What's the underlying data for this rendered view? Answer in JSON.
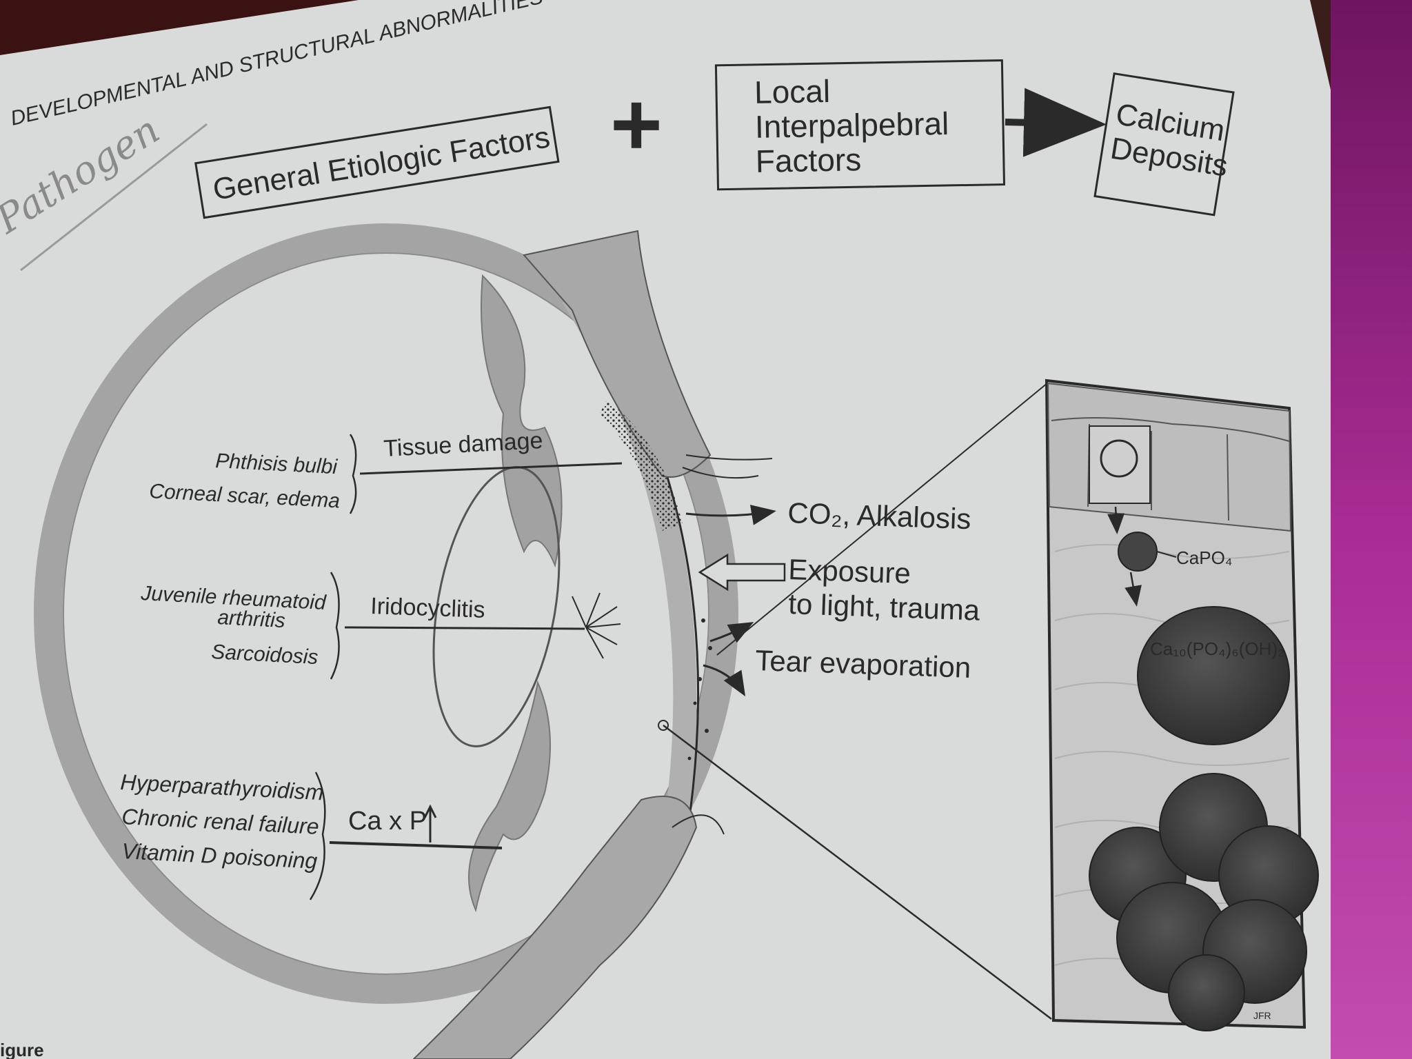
{
  "header": {
    "running_head": "DEVELOPMENTAL AND STRUCTURAL ABNORMALITIES",
    "handwritten_note": "Pathogen",
    "figure_caption_fragment": "igure"
  },
  "flow": {
    "general_factors": "General Etiologic Factors",
    "plus": "+",
    "local_factors": [
      "Local",
      "Interpalpebral",
      "Factors"
    ],
    "calcium_deposits": [
      "Calcium",
      "Deposits"
    ]
  },
  "diagram": {
    "groups": [
      {
        "causes": [
          "Phthisis bulbi",
          "Corneal scar, edema"
        ],
        "mechanism": "Tissue damage"
      },
      {
        "causes": [
          "Juvenile rheumatoid",
          "arthritis",
          "Sarcoidosis"
        ],
        "mechanism": "Iridocyclitis"
      },
      {
        "causes": [
          "Hyperparathyroidism",
          "Chronic renal failure",
          "Vitamin D poisoning"
        ],
        "mechanism": "Ca x P"
      }
    ],
    "local": {
      "co2": "CO₂, Alkalosis",
      "exposure": [
        "Exposure",
        "to light, trauma"
      ],
      "tear": "Tear evaporation"
    },
    "inset": {
      "small_label": "CaPO₄",
      "large_label": "Ca₁₀(PO₄)₆(OH)₂",
      "initials": "JFR"
    }
  },
  "colors": {
    "paper": "#d9dada",
    "ink": "#2a2a2a",
    "magenta": "#b23aa0",
    "stipple": "#5a5a5a"
  }
}
